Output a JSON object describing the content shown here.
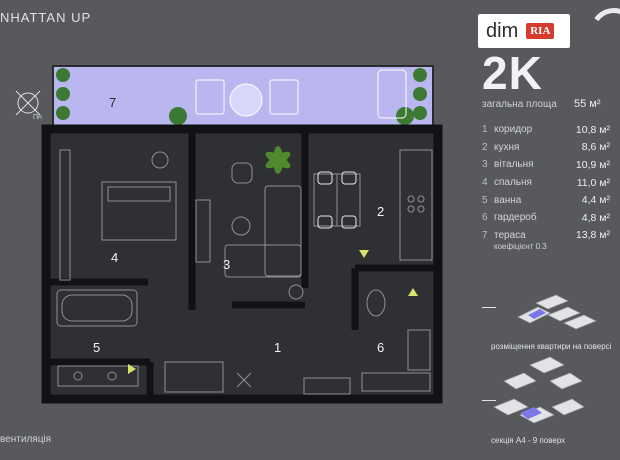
{
  "project": {
    "name": "NHATTAN UP",
    "ventilation": "вентиляція"
  },
  "logo": {
    "dim": "dim",
    "ria": "RIA"
  },
  "apartment": {
    "type": "2K",
    "total_label": "загальна площа",
    "total_value": "55 м²",
    "rooms": [
      {
        "num": "1",
        "name": "коридор",
        "area": "10,8 м²"
      },
      {
        "num": "2",
        "name": "кухня",
        "area": "8,6 м²"
      },
      {
        "num": "3",
        "name": "вітальня",
        "area": "10,9 м²"
      },
      {
        "num": "4",
        "name": "спальня",
        "area": "11,0 м²"
      },
      {
        "num": "5",
        "name": "ванна",
        "area": "4,4 м²"
      },
      {
        "num": "6",
        "name": "гардероб",
        "area": "4,8 м²"
      },
      {
        "num": "7",
        "name": "тераса",
        "area": "13,8 м²"
      }
    ],
    "coefficient": "коефіцієнт 0.3"
  },
  "captions": {
    "floor_position": "розміщення квартири на поверсі",
    "section": "секція А4 - 9 поверх"
  },
  "compass": {
    "label": "Пн"
  },
  "plan_labels": {
    "r1": "1",
    "r2": "2",
    "r3": "3",
    "r4": "4",
    "r5": "5",
    "r6": "6",
    "r7": "7"
  },
  "colors": {
    "background": "#57595d",
    "terrace": "#b9b6f0",
    "wall": "#111214",
    "floor": "#2f3034",
    "accent_arrow": "#d7e36b",
    "highlight_unit": "#7b77e8"
  },
  "icons": [
    "compass-icon",
    "plant-icon",
    "door-arrow-icon",
    "ventilation-cross-icon"
  ]
}
